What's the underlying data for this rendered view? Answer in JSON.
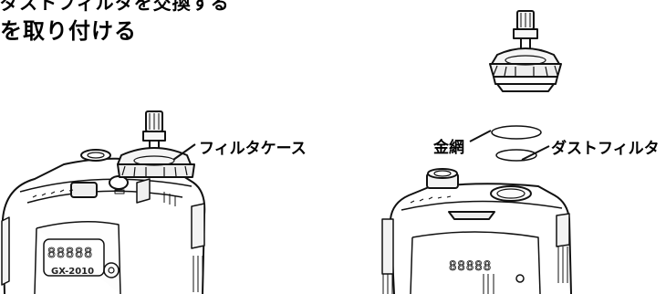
{
  "page": {
    "top_text_clipped": "ダストフィルタを交換する",
    "heading": "を取り付ける"
  },
  "labels": {
    "filter_case": "フィルタケース",
    "wire_mesh": "金網",
    "dust_filter": "ダストフィルタ"
  },
  "device_left": {
    "display_digits": "88888",
    "model_text": "GX-2010"
  },
  "device_right": {
    "display_digits": "88888"
  }
}
